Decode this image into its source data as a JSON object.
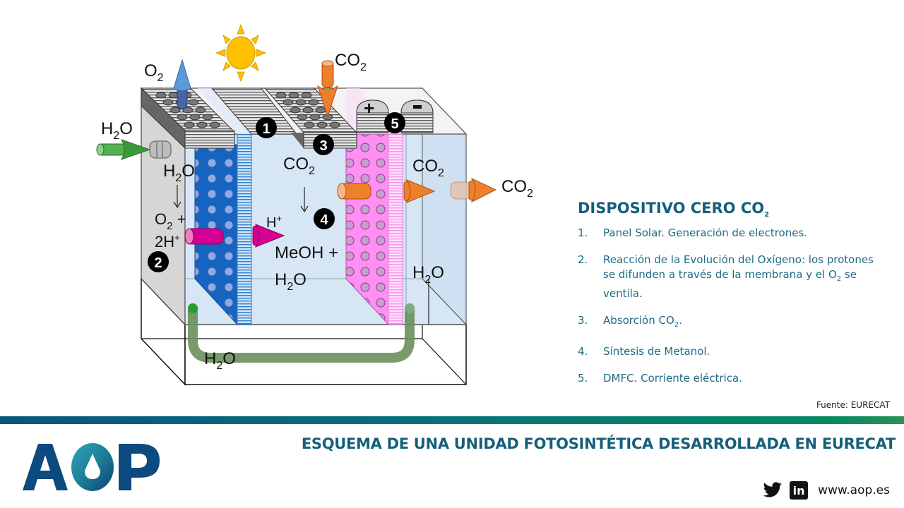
{
  "diagram": {
    "labels": {
      "o2_top": "O",
      "o2_top_sub": "2",
      "co2_top": "CO",
      "co2_top_sub": "2",
      "h2o_in": "H",
      "h2o_in_sub": "2",
      "h2o_in_end": "O",
      "h2o_anode": "H",
      "h2o_anode_sub": "2",
      "h2o_anode_end": "O",
      "o2_plus": "O",
      "o2_plus_sub": "2",
      "o2_plus_end": " +",
      "two_h": "2H",
      "two_h_sup": "+",
      "h_plus": "H",
      "h_plus_sup": "+",
      "co2_mid": "CO",
      "co2_mid_sub": "2",
      "meoh": "MeOH +",
      "h2o_mid": "H",
      "h2o_mid_sub": "2",
      "h2o_mid_end": "O",
      "co2_right": "CO",
      "co2_right_sub": "2",
      "co2_out": "CO",
      "co2_out_sub": "2",
      "h2o_right": "H",
      "h2o_right_sub": "2",
      "h2o_right_end": "O",
      "h2o_pipe": "H",
      "h2o_pipe_sub": "2",
      "h2o_pipe_end": "O",
      "plus": "+",
      "minus": "−"
    },
    "markers": [
      "1",
      "2",
      "3",
      "4",
      "5"
    ],
    "colors": {
      "anode_blue": "#1565c0",
      "cathode_pink": "#ff8ff0",
      "electrolyte": "#d7e6f5",
      "arrow_green": "#3a9a3a",
      "arrow_orange": "#f07f2a",
      "arrow_magenta": "#d40093",
      "arrow_blue": "#4a90d6",
      "sun": "#ffc000",
      "pipe": "#6a8f5a"
    }
  },
  "legend": {
    "title": "DISPOSITIVO CERO CO",
    "title_sub": "2",
    "items": [
      {
        "num": "1.",
        "text": "Panel Solar. Generación de electrones."
      },
      {
        "num": "2.",
        "text_a": "Reacción de la Evolución del Oxígeno: los protones se difunden a través de la membrana y el O",
        "sub": "2",
        "text_b": " se ventila."
      },
      {
        "num": "3.",
        "text_a": "Absorción CO",
        "sub": "2",
        "text_b": "."
      },
      {
        "num": "4.",
        "text": "Síntesis de Metanol."
      },
      {
        "num": "5.",
        "text": "DMFC. Corriente eléctrica."
      }
    ]
  },
  "source": "Fuente:  EURECAT",
  "caption": "ESQUEMA DE UNA UNIDAD FOTOSINTÉTICA DESARROLLADA EN EURECAT",
  "footer": {
    "logo_text": "AOP",
    "linkedin": "in",
    "url": "www.aop.es"
  }
}
